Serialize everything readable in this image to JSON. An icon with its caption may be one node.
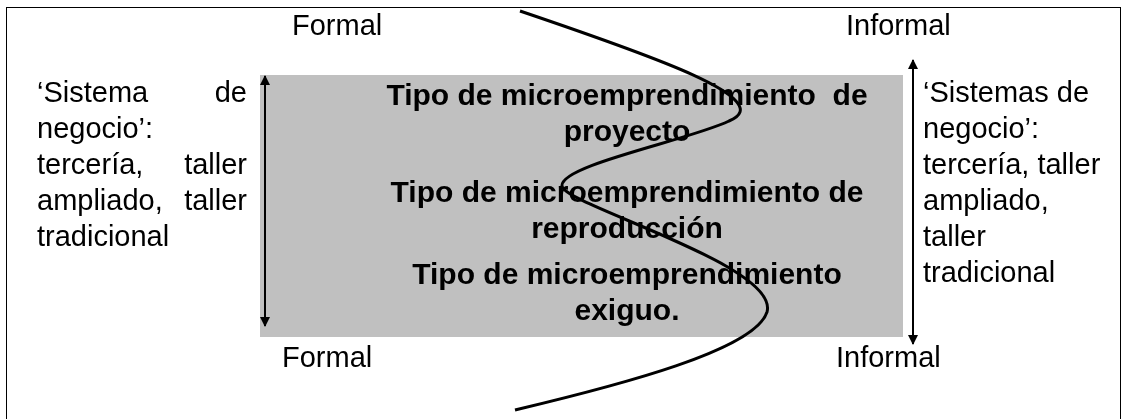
{
  "diagram": {
    "nodes": [
      {
        "text": [
          "Tipo de microemprendimiento  de proyecto",
          "Tipo de microemprendimiento de reproducción",
          "Tipo de microemprendimiento exiguo."
        ]
      }
    ],
    "labels": [
      "Formal",
      "Informal",
      "‘Sistema de negocio’: tercería, taller ampliado, taller tradicional",
      "‘Sistemas de negocio’: tercería, taller ampliado, taller tradicional",
      "Formal",
      "Informal"
    ]
  }
}
